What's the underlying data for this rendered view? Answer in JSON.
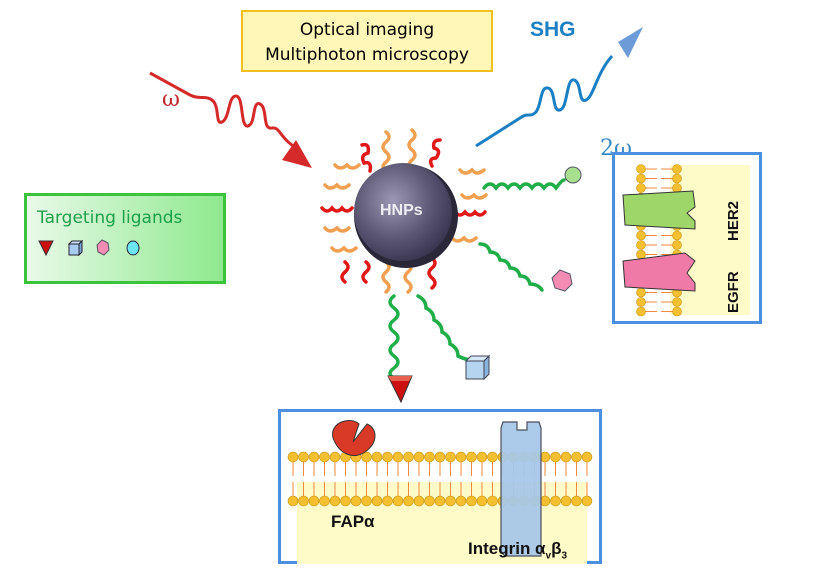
{
  "title_box": {
    "line1": "Optical imaging",
    "line2": "Multiphoton microscopy"
  },
  "excitation": {
    "label": "ω",
    "color": "#d42a2a"
  },
  "emission": {
    "label": "SHG",
    "frequency_label": "2ω",
    "color": "#1b7fc4"
  },
  "nanoparticle": {
    "label": "HNPs",
    "color": "#5a5670"
  },
  "targeting_ligands": {
    "title": "Targeting ligands",
    "icons": [
      "red-triangle-ligand-icon",
      "blue-cube-ligand-icon",
      "pink-hexagon-ligand-icon",
      "cyan-circle-ligand-icon"
    ]
  },
  "receptors_right": {
    "labels": [
      "HER2",
      "EGFR"
    ]
  },
  "receptors_bottom": {
    "fap_label": "FAPα",
    "integrin_label": "Integrin α",
    "integrin_sub1": "v",
    "integrin_beta": "β",
    "integrin_sub2": "3"
  },
  "colors": {
    "box_border_blue": "#4a8fe0",
    "ligand_green": "#1da04a",
    "peg_orange": "#f0a050",
    "peg_red": "#e01818",
    "membrane_yellow": "#f5c030"
  }
}
